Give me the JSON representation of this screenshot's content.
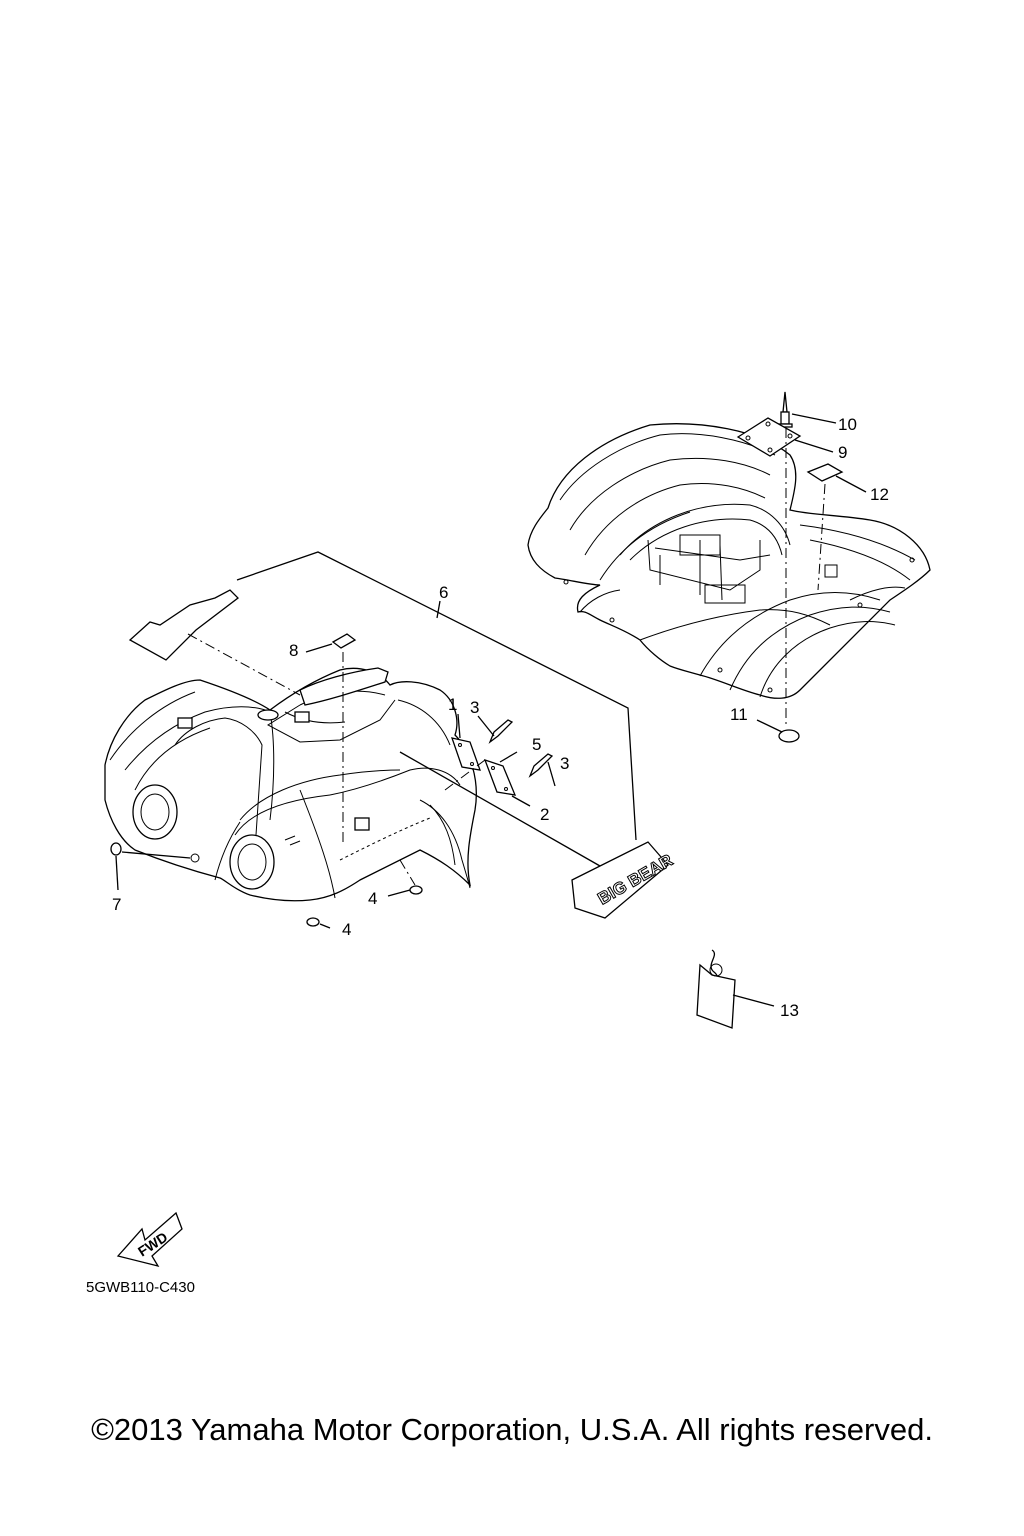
{
  "callouts": {
    "c1": "1",
    "c2": "2",
    "c3a": "3",
    "c3b": "3",
    "c4a": "4",
    "c4b": "4",
    "c5": "5",
    "c6": "6",
    "c7": "7",
    "c8": "8",
    "c9": "9",
    "c10": "10",
    "c11": "11",
    "c12": "12",
    "c13": "13"
  },
  "decal_text": "BIG BEAR",
  "fwd_label": "FWD",
  "drawing_code": "5GWB110-C430",
  "copyright": "©2013 Yamaha Motor Corporation, U.S.A. All rights reserved.",
  "colors": {
    "ink": "#000000",
    "paper": "#ffffff"
  }
}
